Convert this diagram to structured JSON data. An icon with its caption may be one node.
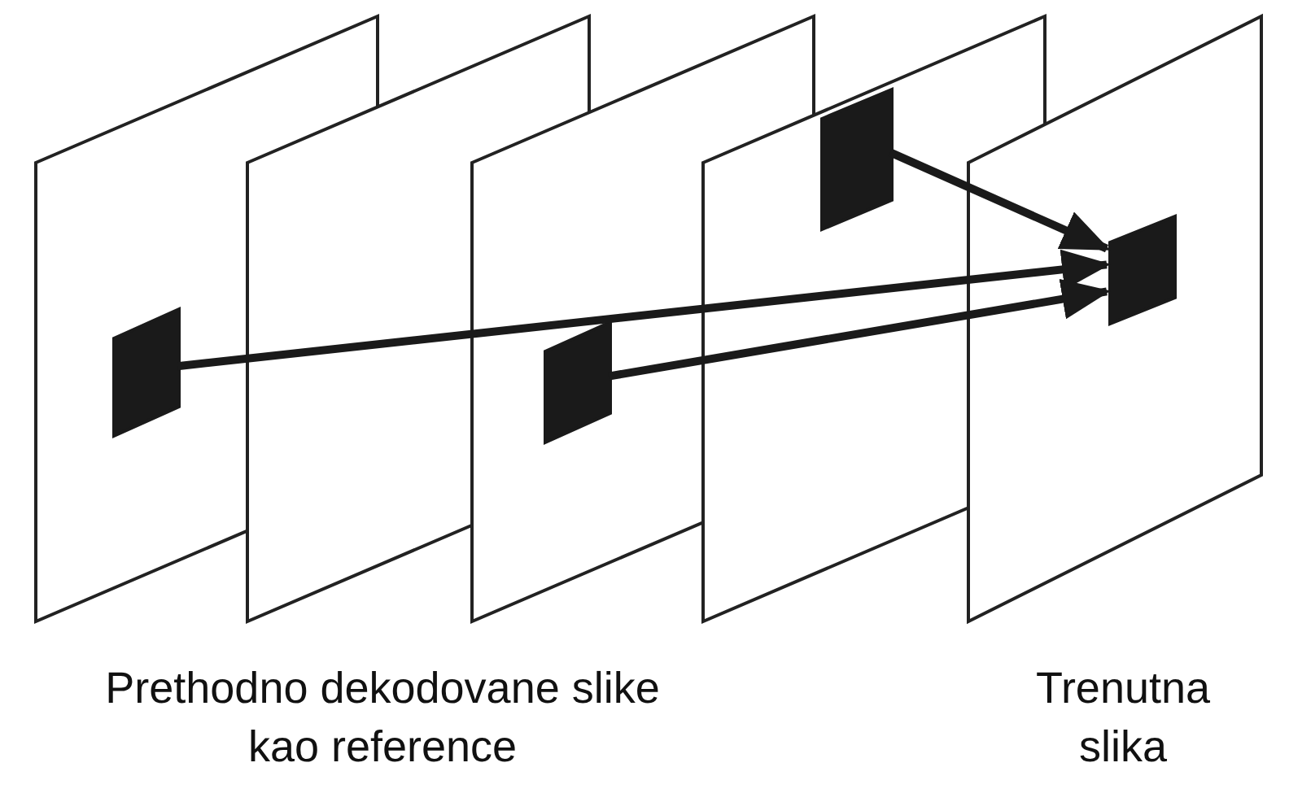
{
  "diagram": {
    "nodes": [
      {
        "text": [],
        "shape": "box"
      },
      {
        "text": [],
        "shape": "box"
      },
      {
        "text": [],
        "shape": "box"
      },
      {
        "text": [],
        "shape": "box"
      }
    ],
    "edges": [
      {
        "from": 2,
        "to": 3,
        "arrow": "to"
      },
      {
        "from": 0,
        "to": 3,
        "arrow": "to"
      },
      {
        "from": 1,
        "to": 3,
        "arrow": "to"
      }
    ],
    "labels": [
      "Prethodno dekodovane slike kao reference",
      "Trenutna slika"
    ]
  }
}
